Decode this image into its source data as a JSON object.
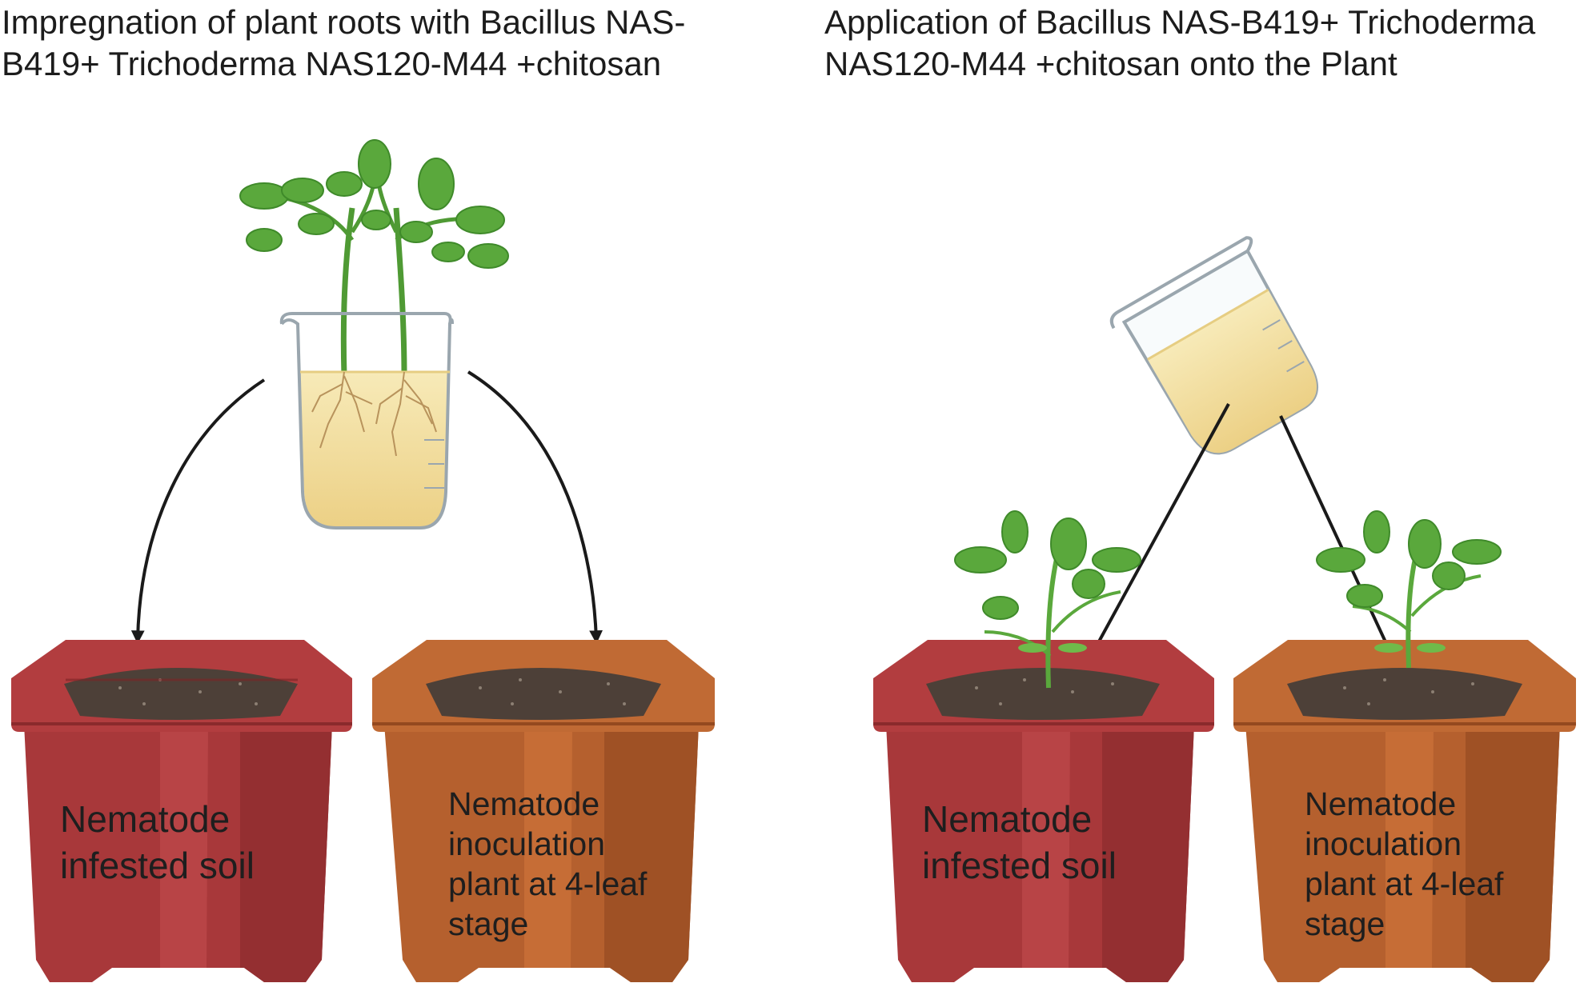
{
  "panels": {
    "left": {
      "title_lines": [
        "Impregnation of plant roots with Bacillus NAS-",
        "B419+ Trichoderma NAS120-M44 +chitosan"
      ],
      "pots": [
        {
          "label_lines": [
            "Nematode",
            "infested soil"
          ],
          "color": "#a8383a"
        },
        {
          "label_lines": [
            "Nematode",
            "inoculation",
            "plant at 4-leaf",
            "stage"
          ],
          "color": "#b5602e"
        }
      ]
    },
    "right": {
      "title_lines": [
        "Application of Bacillus NAS-B419+ Trichoderma",
        "NAS120-M44 +chitosan onto the Plant"
      ],
      "pots": [
        {
          "label_lines": [
            "Nematode",
            "infested soil"
          ],
          "color": "#a8383a"
        },
        {
          "label_lines": [
            "Nematode",
            "inoculation",
            "plant at 4-leaf",
            "stage"
          ],
          "color": "#b5602e"
        }
      ]
    }
  },
  "colors": {
    "red_pot": "#a8383a",
    "orange_pot": "#b5602e",
    "soil": "#4d4038",
    "leaf": "#5aa83c",
    "solution": "#f3dfa0",
    "arrow": "#1a1a1a"
  }
}
